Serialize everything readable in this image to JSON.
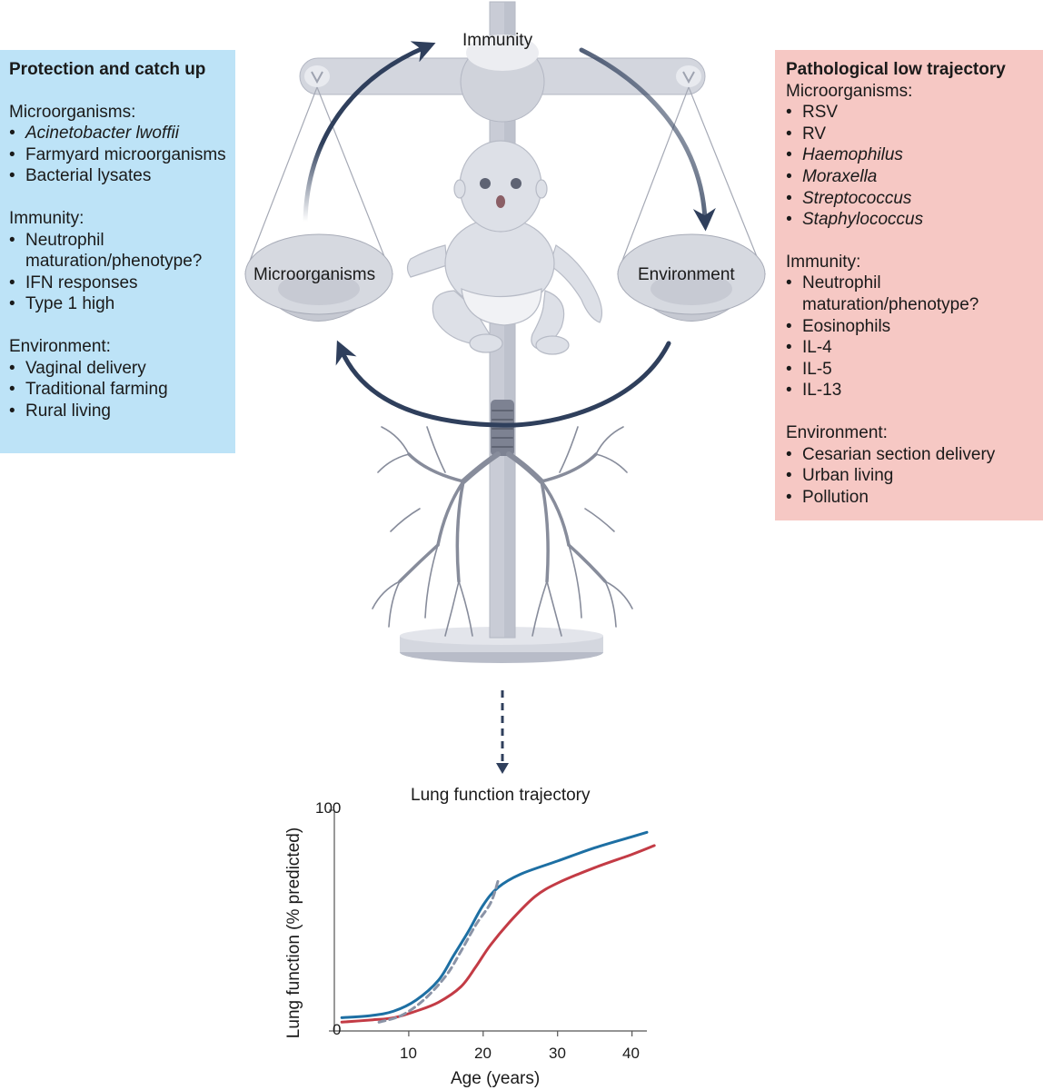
{
  "left_panel": {
    "title": "Protection and catch up",
    "sections": [
      {
        "heading": "Microorganisms:",
        "items": [
          "Acinetobacter lwoffii",
          "Farmyard microorganisms",
          "Bacterial lysates"
        ],
        "italic": [
          true,
          false,
          false
        ]
      },
      {
        "heading": "Immunity:",
        "items": [
          "Neutrophil maturation/phenotype?",
          "IFN responses",
          "Type 1 high"
        ],
        "italic": [
          false,
          false,
          false
        ]
      },
      {
        "heading": "Environment:",
        "items": [
          "Vaginal delivery",
          "Traditional farming",
          "Rural living"
        ],
        "italic": [
          false,
          false,
          false
        ]
      }
    ]
  },
  "right_panel": {
    "title": "Pathological low trajectory",
    "sections": [
      {
        "heading": "Microorganisms:",
        "items": [
          "RSV",
          "RV",
          "Haemophilus",
          "Moraxella",
          "Streptococcus",
          "Staphylococcus"
        ],
        "italic": [
          false,
          false,
          true,
          true,
          true,
          true
        ]
      },
      {
        "heading": "Immunity:",
        "items": [
          "Neutrophil maturation/phenotype?",
          "Eosinophils",
          "IL-4",
          "IL-5",
          "IL-13"
        ],
        "italic": [
          false,
          false,
          false,
          false,
          false
        ]
      },
      {
        "heading": "Environment:",
        "items": [
          "Cesarian section delivery",
          "Urban living",
          "Pollution"
        ],
        "italic": [
          false,
          false,
          false
        ]
      }
    ]
  },
  "scale": {
    "top_label": "Immunity",
    "left_pan_label": "Microorganisms",
    "right_pan_label": "Environment"
  },
  "colors": {
    "left_panel_bg": "#bde3f7",
    "right_panel_bg": "#f6c8c4",
    "arrow": "#2f3f5c",
    "scale_fill": "#c9ccd6",
    "lung": "#8a8f9e",
    "blue_series": "#1d6fa3",
    "red_series": "#c33b45",
    "dashed_series": "#8a93a6"
  },
  "chart_data": {
    "type": "line",
    "title": "Lung function trajectory",
    "xlabel": "Age (years)",
    "ylabel": "Lung function (% predicted)",
    "xlim": [
      0,
      42
    ],
    "ylim": [
      0,
      100
    ],
    "xticks": [
      10,
      20,
      30,
      40
    ],
    "yticks": [
      0,
      100
    ],
    "x_tick_labels": [
      "10",
      "20",
      "30",
      "40"
    ],
    "y_tick_labels": [
      "0",
      "100"
    ],
    "series": [
      {
        "color": "blue",
        "dashed": false,
        "x": [
          1,
          5,
          8,
          11,
          14,
          16,
          18,
          20,
          22,
          25,
          30,
          35,
          40,
          42
        ],
        "y": [
          6,
          7,
          9,
          14,
          23,
          34,
          45,
          57,
          65,
          71,
          77,
          83,
          88,
          90
        ]
      },
      {
        "color": "red",
        "dashed": false,
        "x": [
          1,
          5,
          8,
          11,
          14,
          17,
          19,
          21,
          24,
          27,
          30,
          35,
          40,
          43
        ],
        "y": [
          4,
          5,
          6,
          9,
          13,
          20,
          29,
          39,
          51,
          61,
          67,
          74,
          80,
          84
        ]
      },
      {
        "color": "gray",
        "dashed": true,
        "x": [
          6,
          9,
          12,
          15,
          17,
          19,
          21,
          22
        ],
        "y": [
          4,
          7,
          14,
          25,
          36,
          48,
          58,
          68
        ]
      }
    ]
  }
}
